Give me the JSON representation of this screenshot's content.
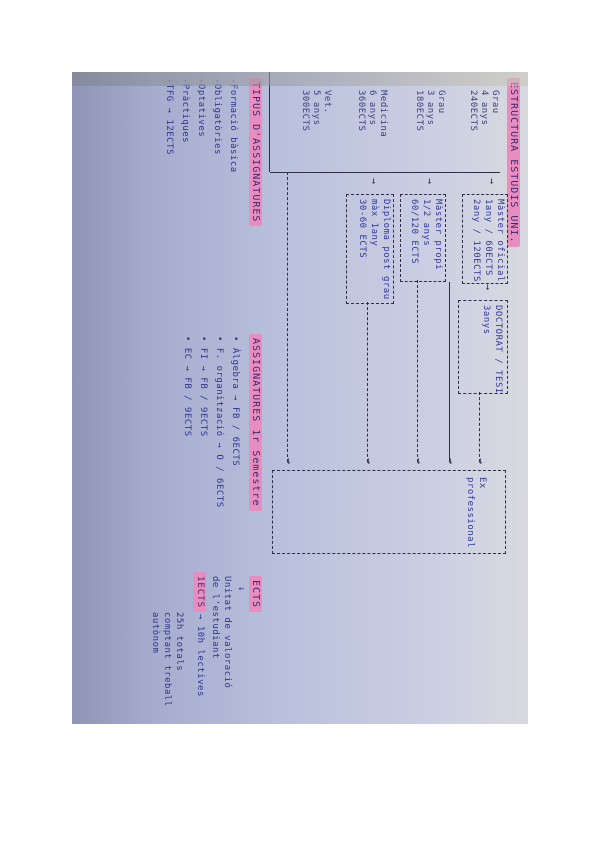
{
  "photo": {
    "orientation": "rotated 90deg clockwise",
    "colors": {
      "paper": "#c9cde2",
      "ink": "#34369a",
      "pencil": "#3d3f7a",
      "highlighter": "#e98dc0"
    }
  },
  "structure": {
    "title": "ESTRUCTURA ESTUDIS UNI.",
    "left_column": [
      {
        "lines": [
          "Grau",
          "4 anys",
          "240ECTS"
        ]
      },
      {
        "lines": [
          "Grau",
          "3 anys",
          "180ECTS"
        ]
      },
      {
        "lines": [
          "Medicina",
          "6 anys",
          "360ECTS"
        ]
      },
      {
        "lines": [
          "Vet.",
          "5 anys",
          "300ECTS"
        ]
      }
    ],
    "boxes": {
      "master_oficial": [
        "Màster oficial",
        "1any / 60ECTS",
        "2any / 120ECTS"
      ],
      "doctorat": [
        "DOCTORAT / TESI",
        "3anys"
      ],
      "master_propi": [
        "Màster propi",
        "1/2 anys",
        "60/120 ECTS"
      ],
      "diploma": [
        "Diploma post grau",
        "màx 1any",
        "30-60 ECTS"
      ],
      "ex_professional": [
        "Ex",
        "professional"
      ]
    }
  },
  "tipus": {
    "title": "TIPUS D'ASSIGNATURES",
    "items": [
      "-Formació bàsica",
      "-Obligatòries",
      "-Optatives",
      "-Pràctiques",
      "-TFG → 12ECTS"
    ]
  },
  "assignatures": {
    "title": "ASSIGNATURES 1r Semestre",
    "items": [
      "• Àlgebra → FB / 6ECTS",
      "• F. organització → O / 6ECTS",
      "• FI → FB / 9ECTS",
      "• EC → FB / 9ECTS"
    ]
  },
  "ects": {
    "title": "ECTS",
    "arrow": "↓",
    "definition": [
      "Unitat de valoració",
      "de l'estudiant"
    ],
    "conversion_label": "1ECTS",
    "conversion": "→ 10h lectives",
    "note": [
      "25h totals",
      "comptant treball",
      "autònom"
    ]
  }
}
